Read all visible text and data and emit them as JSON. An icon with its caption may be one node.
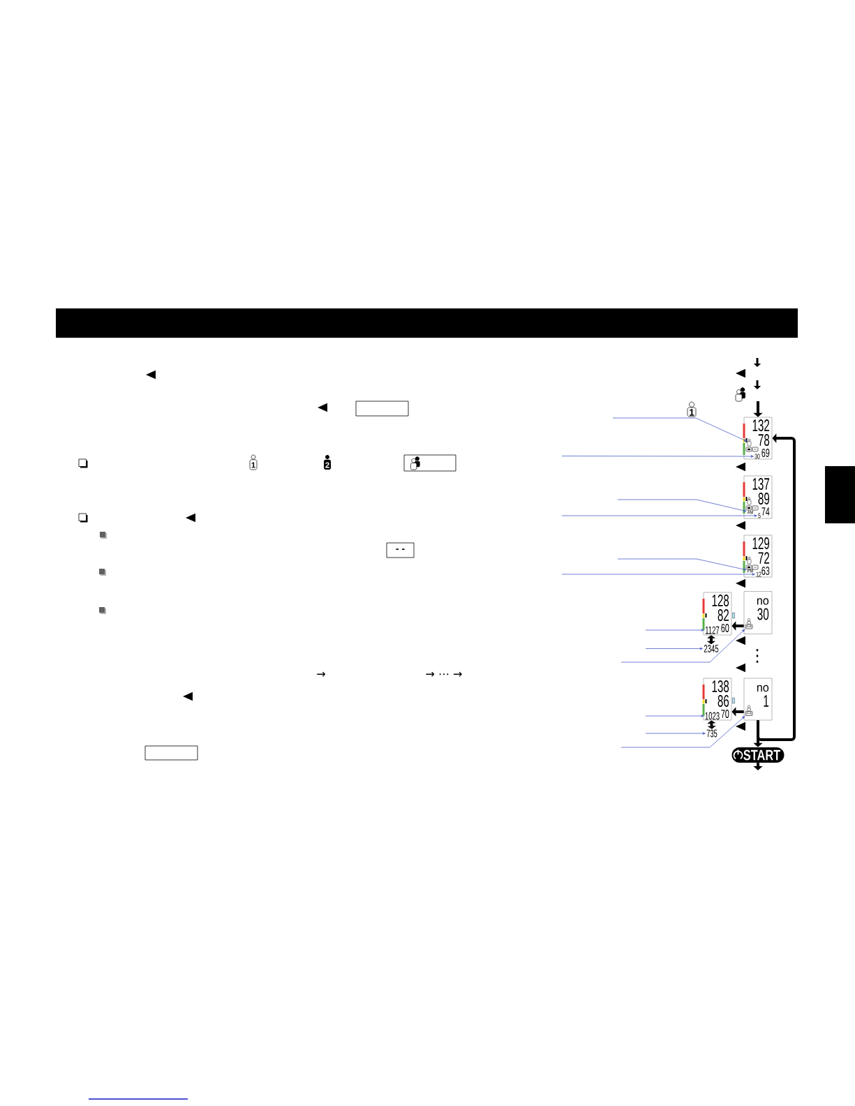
{
  "diagram": {
    "nodes": [
      {
        "text": [],
        "shape": "box"
      },
      {
        "text": [],
        "shape": "box"
      },
      {
        "text": [
          "- -"
        ]
      },
      {
        "text": [],
        "shape": "box"
      },
      {
        "text": [
          "132",
          "78",
          "69"
        ]
      },
      {
        "text": [],
        "shape": "person",
        "in": 4
      },
      {
        "text": [
          "30"
        ],
        "in": 4
      },
      {
        "text": [
          "137",
          "89",
          "74"
        ]
      },
      {
        "text": [
          "AM"
        ],
        "in": 7
      },
      {
        "text": [
          "5"
        ],
        "in": 7
      },
      {
        "text": [
          "129",
          "72",
          "63"
        ]
      },
      {
        "text": [
          "PM"
        ],
        "in": 10
      },
      {
        "text": [
          "12"
        ],
        "in": 10
      },
      {
        "text": [
          "128",
          "82",
          "60"
        ]
      },
      {
        "text": [
          "1127"
        ],
        "in": 13
      },
      {
        "text": [
          "no",
          "30"
        ]
      },
      {
        "text": [],
        "shape": "picture",
        "in": 15
      },
      {
        "text": [
          "2345"
        ]
      },
      {
        "text": [
          "138",
          "86",
          "70"
        ]
      },
      {
        "text": [
          "1023"
        ],
        "in": 18
      },
      {
        "text": [
          "no",
          "1"
        ]
      },
      {
        "text": [],
        "shape": "picture",
        "in": 20
      },
      {
        "text": [
          "735"
        ]
      },
      {
        "text": [
          "START"
        ]
      },
      {
        "text": [],
        "shape": "bar"
      }
    ],
    "edges": [
      {
        "from": null,
        "to": 4,
        "arrow": "to",
        "style": "thick",
        "color": "#000000"
      },
      {
        "from": 15,
        "to": 13,
        "arrow": "to",
        "style": "thick",
        "color": "#000000"
      },
      {
        "from": 13,
        "to": 17,
        "arrow": "both",
        "style": "thick",
        "color": "#000000"
      },
      {
        "from": 20,
        "to": 18,
        "arrow": "to",
        "style": "thick",
        "color": "#000000"
      },
      {
        "from": 18,
        "to": 22,
        "arrow": "both",
        "style": "thick",
        "color": "#000000"
      },
      {
        "from": 20,
        "to": 4,
        "arrow": "to",
        "style": "thick",
        "color": "#000000"
      },
      {
        "from": 20,
        "to": 23,
        "arrow": "to",
        "style": "thick",
        "color": "#000000"
      },
      {
        "from": 23,
        "to": null,
        "arrow": "to",
        "style": "thick",
        "color": "#000000"
      },
      {
        "from": null,
        "to": 5,
        "arrow": "to",
        "color": "#4b5fc8"
      },
      {
        "from": null,
        "to": 6,
        "arrow": "to",
        "color": "#4b5fc8"
      },
      {
        "from": null,
        "to": 8,
        "arrow": "to",
        "color": "#4b5fc8"
      },
      {
        "from": null,
        "to": 9,
        "arrow": "to",
        "color": "#4b5fc8"
      },
      {
        "from": null,
        "to": 11,
        "arrow": "to",
        "color": "#4b5fc8"
      },
      {
        "from": null,
        "to": 12,
        "arrow": "to",
        "color": "#4b5fc8"
      },
      {
        "from": null,
        "to": 14,
        "arrow": "to",
        "color": "#4b5fc8"
      },
      {
        "from": null,
        "to": 17,
        "arrow": "to",
        "color": "#4b5fc8"
      },
      {
        "from": null,
        "to": 16,
        "arrow": "to",
        "color": "#4b5fc8"
      },
      {
        "from": null,
        "to": 19,
        "arrow": "to",
        "color": "#4b5fc8"
      },
      {
        "from": null,
        "to": 22,
        "arrow": "to",
        "color": "#4b5fc8"
      },
      {
        "from": null,
        "to": 21,
        "arrow": "to",
        "color": "#4b5fc8"
      }
    ],
    "labels": [
      "1",
      "1",
      "2",
      "⋮",
      "→",
      "→ ⋯ →"
    ]
  }
}
